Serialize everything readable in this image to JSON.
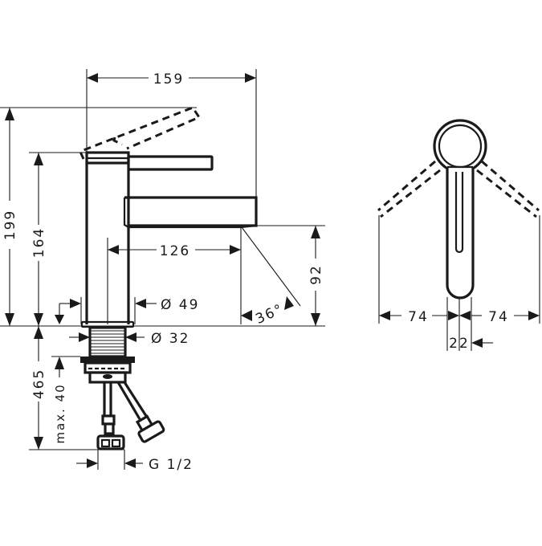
{
  "drawing": {
    "title": "Single lever basin mixer dimensional drawing",
    "units": "mm",
    "color_line": "#1a1a1a",
    "color_background": "#ffffff"
  },
  "side_view": {
    "dimensions": {
      "overall_depth": "159",
      "total_height_lever_raised": "199",
      "body_height": "164",
      "spout_projection": "126",
      "spout_height": "92",
      "spout_angle": "36°",
      "body_diameter": "Ø 49",
      "thread_diameter": "Ø 32",
      "shank_length": "465",
      "max_counter_thickness": "max. 40",
      "connection_thread": "G 1/2"
    }
  },
  "top_view": {
    "dimensions": {
      "left_lever_swing": "74",
      "right_lever_swing": "74",
      "lever_width": "22"
    }
  }
}
